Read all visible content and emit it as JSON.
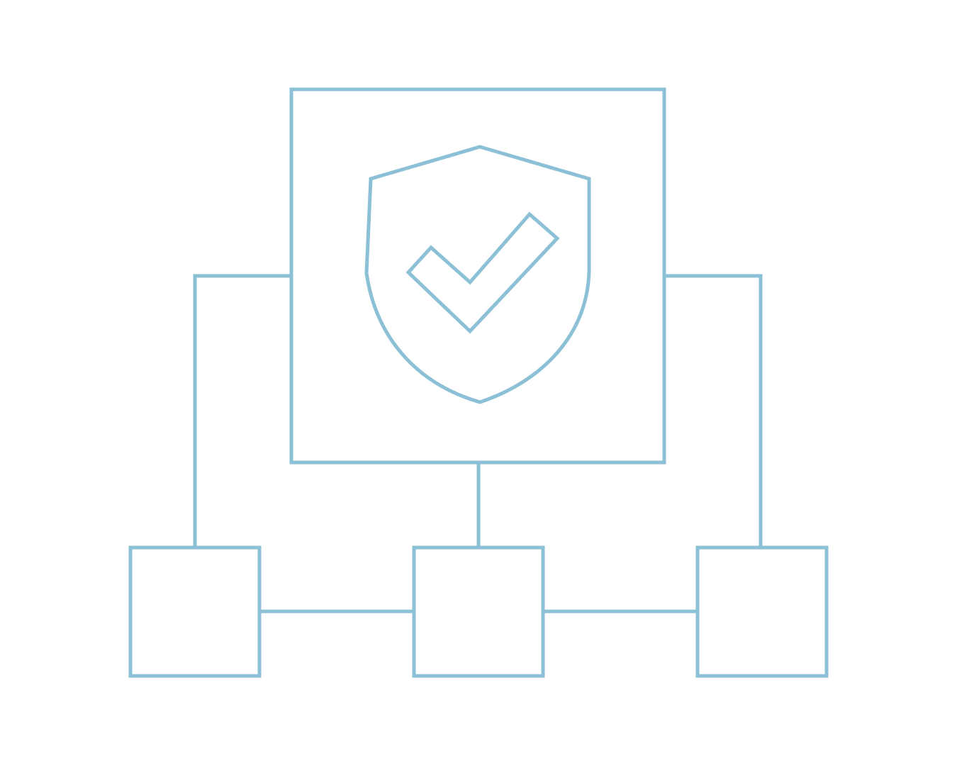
{
  "diagram": {
    "type": "network-hierarchy",
    "colors": {
      "background": "#ffffff",
      "line": "#8cc0d6"
    },
    "icons": {
      "central_node": "shield-check-icon"
    },
    "nodes": [
      {
        "id": "central",
        "role": "primary",
        "icon": "shield-check-icon"
      },
      {
        "id": "left",
        "role": "child"
      },
      {
        "id": "middle",
        "role": "child"
      },
      {
        "id": "right",
        "role": "child"
      }
    ],
    "edges": [
      {
        "from": "central",
        "to": "left"
      },
      {
        "from": "central",
        "to": "middle"
      },
      {
        "from": "central",
        "to": "right"
      },
      {
        "from": "left",
        "to": "middle"
      },
      {
        "from": "middle",
        "to": "right"
      }
    ]
  }
}
